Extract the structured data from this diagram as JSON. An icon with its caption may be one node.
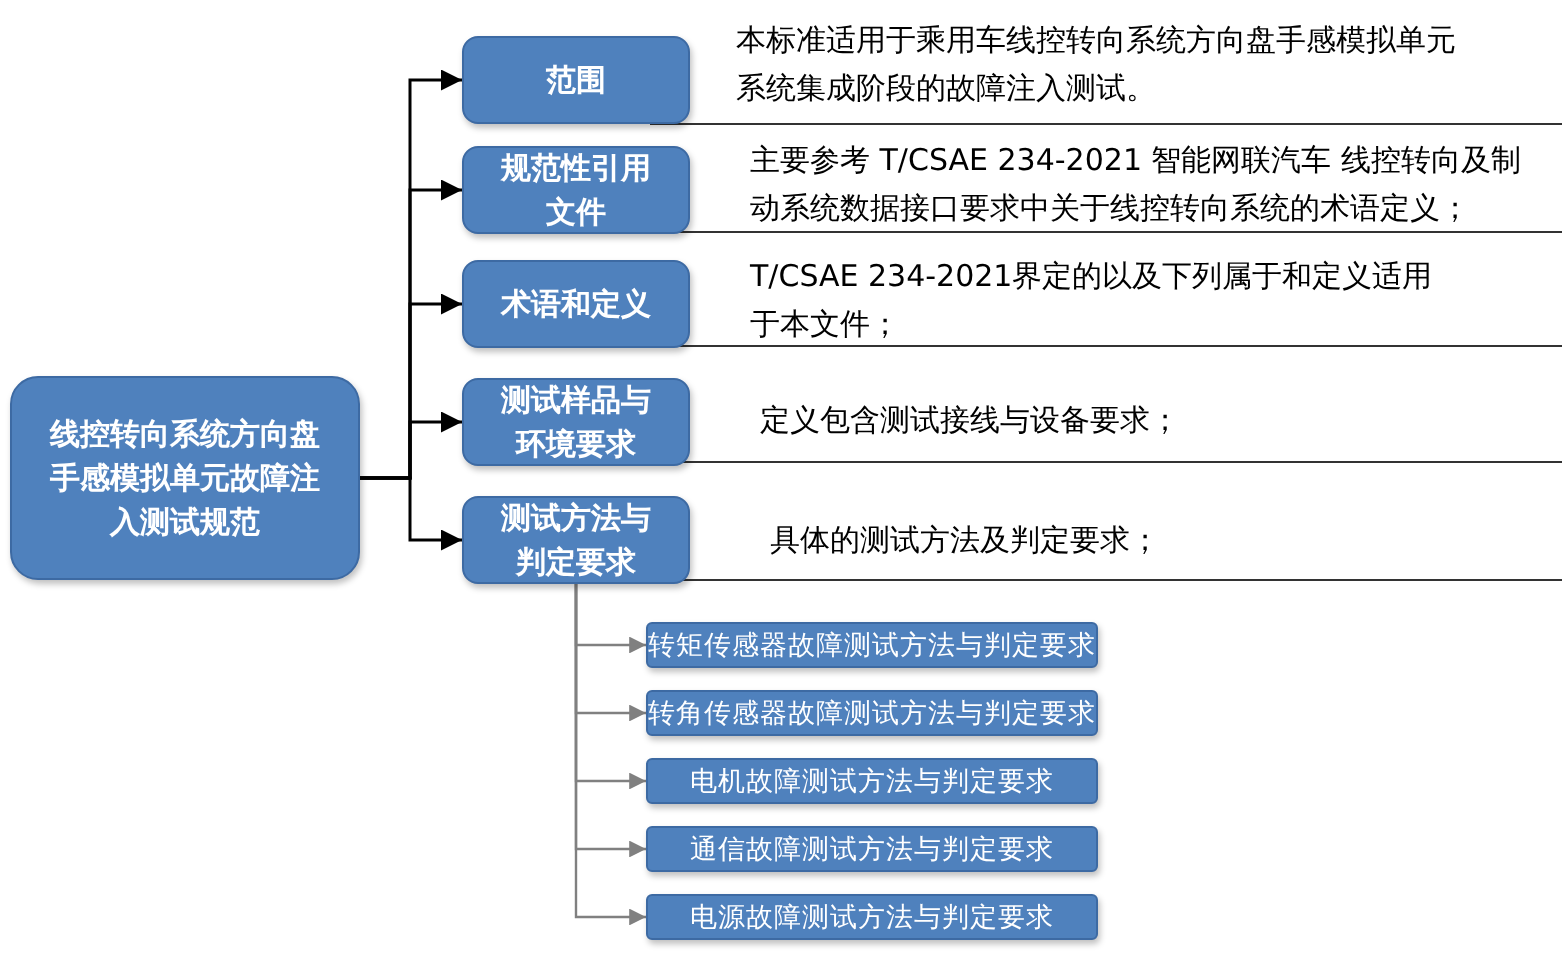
{
  "diagram": {
    "nodes": [
      {
        "text": [
          "线控转向系统方向盘手感模拟单元故障注入测试规范"
        ]
      },
      {
        "text": [
          "范围"
        ],
        "beside": [
          "本标准适用于乘用车线控转向系统方向盘手感模拟单元系统集成阶段的故障注入测试。"
        ]
      },
      {
        "text": [
          "规范性引用文件"
        ],
        "beside": [
          "主要参考 T/CSAE 234-2021 智能网联汽车 线控转向及制动系统数据接口要求中关于线控转向系统的术语定义；"
        ]
      },
      {
        "text": [
          "术语和定义"
        ],
        "beside": [
          "T/CSAE 234-2021界定的以及下列属于和定义适用于本文件；"
        ]
      },
      {
        "text": [
          "测试样品与环境要求"
        ],
        "beside": [
          "定义包含测试接线与设备要求；"
        ]
      },
      {
        "text": [
          "测试方法与判定要求"
        ],
        "beside": [
          "具体的测试方法及判定要求；"
        ]
      },
      {
        "text": [
          "转矩传感器故障测试方法与判定要求"
        ]
      },
      {
        "text": [
          "转角传感器故障测试方法与判定要求"
        ]
      },
      {
        "text": [
          "电机故障测试方法与判定要求"
        ]
      },
      {
        "text": [
          "通信故障测试方法与判定要求"
        ]
      },
      {
        "text": [
          "电源故障测试方法与判定要求"
        ]
      }
    ],
    "edges": [
      {
        "from": 0,
        "to": 1,
        "arrow": "to"
      },
      {
        "from": 0,
        "to": 2,
        "arrow": "to"
      },
      {
        "from": 0,
        "to": 3,
        "arrow": "to"
      },
      {
        "from": 0,
        "to": 4,
        "arrow": "to"
      },
      {
        "from": 0,
        "to": 5,
        "arrow": "to"
      },
      {
        "from": 5,
        "to": 6,
        "arrow": "to",
        "color": "#808080"
      },
      {
        "from": 5,
        "to": 7,
        "arrow": "to",
        "color": "#808080"
      },
      {
        "from": 5,
        "to": 8,
        "arrow": "to",
        "color": "#808080"
      },
      {
        "from": 5,
        "to": 9,
        "arrow": "to",
        "color": "#808080"
      },
      {
        "from": 5,
        "to": 10,
        "arrow": "to",
        "color": "#808080"
      }
    ]
  }
}
